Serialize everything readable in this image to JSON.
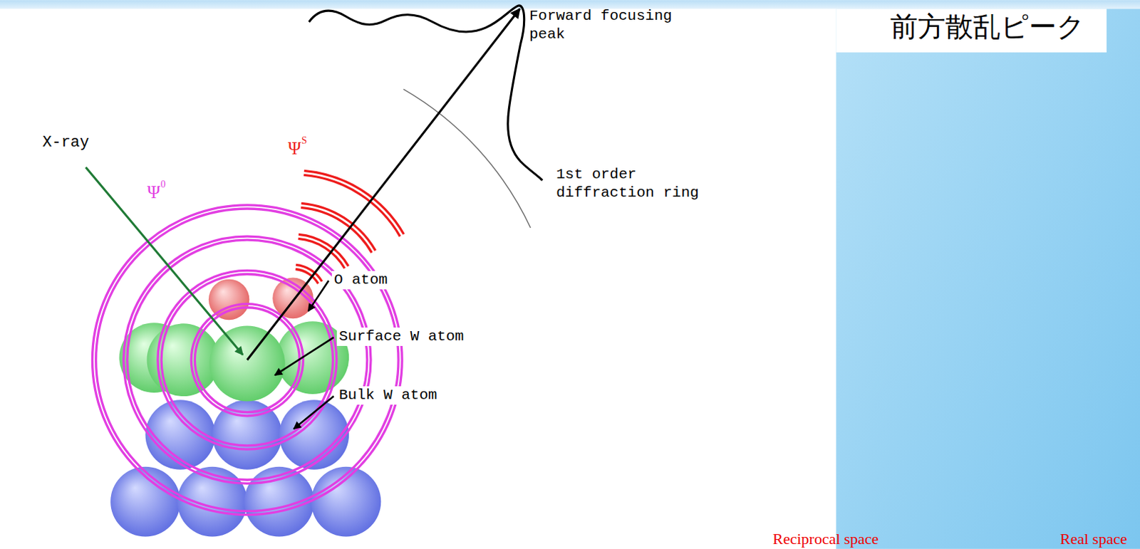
{
  "diagram": {
    "labels": [
      "Forward focusing peak",
      "前方散乱ピーク",
      "X-ray",
      "Ψ",
      "0",
      "Ψ",
      "S",
      "1st order diffraction ring",
      "O atom",
      "Surface W atom",
      "Bulk W atom",
      "Reciprocal space",
      "Real space"
    ]
  }
}
